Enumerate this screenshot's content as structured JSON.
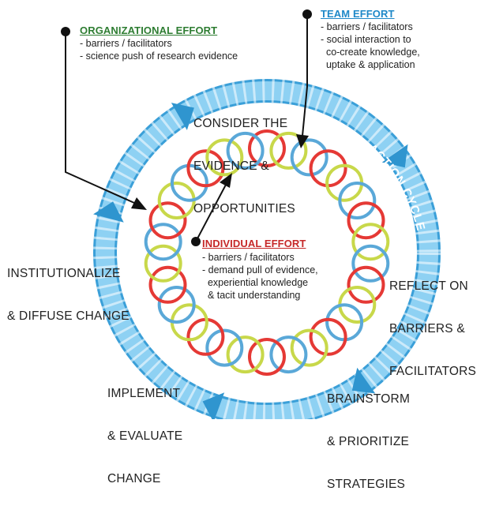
{
  "efforts": {
    "organizational": {
      "title": "ORGANIZATIONAL EFFORT",
      "color": "#2e7d32",
      "items": [
        "- barriers / facilitators",
        "- science push of research evidence"
      ]
    },
    "team": {
      "title": "TEAM EFFORT",
      "color": "#1e88c8",
      "items": [
        "- barriers / facilitators",
        "- social interaction to",
        "  co-create knowledge,",
        "  uptake & application"
      ]
    },
    "individual": {
      "title": "INDIVIDUAL EFFORT",
      "color": "#c62828",
      "items": [
        "- barriers / facilitators",
        "- demand pull of evidence,",
        "  experiential knowledge",
        "  & tacit understanding"
      ]
    }
  },
  "cycle": {
    "label": "ACTION CYCLE",
    "ring_color": "#5bb8e8",
    "stages": {
      "consider": [
        "CONSIDER THE",
        "EVIDENCE &",
        "OPPORTUNITIES"
      ],
      "reflect": [
        "REFLECT ON",
        "BARRIERS &",
        "FACILITATORS"
      ],
      "brainstorm": [
        "BRAINSTORM",
        "& PRIORITIZE",
        "STRATEGIES"
      ],
      "implement": [
        "IMPLEMENT",
        "& EVALUATE",
        "CHANGE"
      ],
      "institutionalize": [
        "INSTITUTIONALIZE",
        "& DIFFUSE CHANGE"
      ]
    }
  },
  "chain": {
    "colors": [
      "#e53935",
      "#c8d84a",
      "#5aa8d8"
    ]
  }
}
